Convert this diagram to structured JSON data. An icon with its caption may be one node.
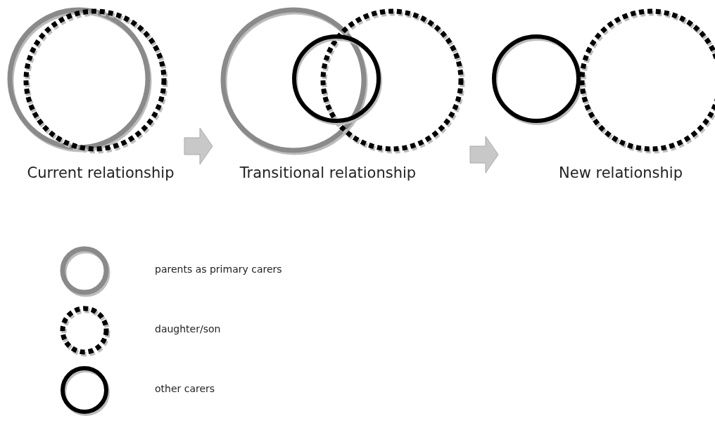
{
  "diagram": {
    "labels": [
      "Current relationship",
      "Transitional relationship",
      "New relationship"
    ],
    "legend": [
      {
        "text": "parents as primary carers"
      },
      {
        "text": "daughter/son"
      },
      {
        "text": "other carers"
      }
    ]
  }
}
